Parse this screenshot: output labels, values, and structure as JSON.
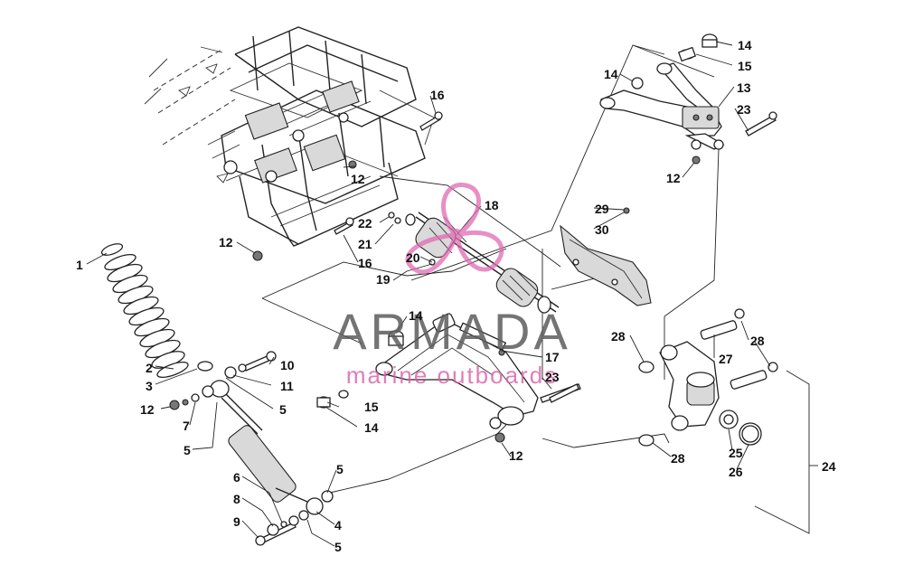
{
  "watermark": {
    "brand": "ARMADA",
    "tagline": "marine outboards",
    "logo_color": "#e06bb3",
    "text_color": "#5c5c5c"
  },
  "callouts": [
    {
      "id": "c1",
      "text": "1"
    },
    {
      "id": "c2",
      "text": "2"
    },
    {
      "id": "c3",
      "text": "3"
    },
    {
      "id": "c4",
      "text": "4"
    },
    {
      "id": "c5a",
      "text": "5"
    },
    {
      "id": "c5b",
      "text": "5"
    },
    {
      "id": "c5c",
      "text": "5"
    },
    {
      "id": "c5d",
      "text": "5"
    },
    {
      "id": "c6",
      "text": "6"
    },
    {
      "id": "c7",
      "text": "7"
    },
    {
      "id": "c8",
      "text": "8"
    },
    {
      "id": "c9",
      "text": "9"
    },
    {
      "id": "c10",
      "text": "10"
    },
    {
      "id": "c11",
      "text": "11"
    },
    {
      "id": "c12a",
      "text": "12"
    },
    {
      "id": "c12b",
      "text": "12"
    },
    {
      "id": "c12c",
      "text": "12"
    },
    {
      "id": "c12d",
      "text": "12"
    },
    {
      "id": "c12e",
      "text": "12"
    },
    {
      "id": "c13",
      "text": "13"
    },
    {
      "id": "c14a",
      "text": "14"
    },
    {
      "id": "c14b",
      "text": "14"
    },
    {
      "id": "c14c",
      "text": "14"
    },
    {
      "id": "c14d",
      "text": "14"
    },
    {
      "id": "c15a",
      "text": "15"
    },
    {
      "id": "c15b",
      "text": "15"
    },
    {
      "id": "c16a",
      "text": "16"
    },
    {
      "id": "c16b",
      "text": "16"
    },
    {
      "id": "c17",
      "text": "17"
    },
    {
      "id": "c18",
      "text": "18"
    },
    {
      "id": "c19",
      "text": "19"
    },
    {
      "id": "c20",
      "text": "20"
    },
    {
      "id": "c21",
      "text": "21"
    },
    {
      "id": "c22",
      "text": "22"
    },
    {
      "id": "c23a",
      "text": "23"
    },
    {
      "id": "c23b",
      "text": "23"
    },
    {
      "id": "c24",
      "text": "24"
    },
    {
      "id": "c25",
      "text": "25"
    },
    {
      "id": "c26",
      "text": "26"
    },
    {
      "id": "c27",
      "text": "27"
    },
    {
      "id": "c28a",
      "text": "28"
    },
    {
      "id": "c28b",
      "text": "28"
    },
    {
      "id": "c28c",
      "text": "28"
    },
    {
      "id": "c29",
      "text": "29"
    },
    {
      "id": "c30",
      "text": "30"
    }
  ]
}
